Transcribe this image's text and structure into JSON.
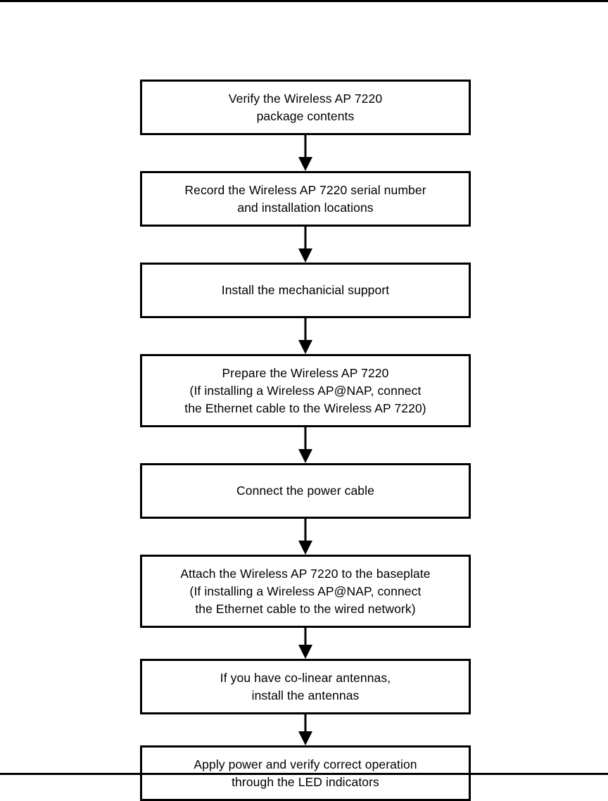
{
  "document": {
    "title": "Wireless AP 7220 installation flowchart",
    "top_rule": true,
    "bottom_rule": true,
    "colors": {
      "background": "#ffffff",
      "line": "#000000",
      "text": "#000000"
    }
  },
  "flowchart": {
    "type": "flowchart",
    "orientation": "vertical",
    "connector": "down-arrow",
    "steps": [
      {
        "index": 1,
        "text": "Verify the Wireless AP 7220\npackage contents",
        "lines": [
          "Verify the Wireless AP 7220",
          "package contents"
        ]
      },
      {
        "index": 2,
        "text": "Record the Wireless AP 7220 serial number\nand installation locations",
        "lines": [
          "Record the Wireless AP 7220 serial number",
          "and installation locations"
        ]
      },
      {
        "index": 3,
        "text": "Install the mechanicial support",
        "lines": [
          "Install the mechanicial support"
        ]
      },
      {
        "index": 4,
        "text": "Prepare the Wireless AP 7220\n(If installing a Wireless AP@NAP, connect\nthe Ethernet cable to the Wireless AP 7220)",
        "lines": [
          "Prepare the Wireless AP 7220",
          "(If installing a Wireless AP@NAP, connect",
          "the Ethernet cable to the Wireless AP 7220)"
        ]
      },
      {
        "index": 5,
        "text": "Connect the power cable",
        "lines": [
          "Connect the power cable"
        ]
      },
      {
        "index": 6,
        "text": "Attach the Wireless AP 7220 to the baseplate\n(If installing a Wireless AP@NAP, connect\nthe Ethernet cable to the wired network)",
        "lines": [
          "Attach the Wireless AP 7220 to the baseplate",
          "(If installing a Wireless AP@NAP, connect",
          "the Ethernet cable to the wired network)"
        ]
      },
      {
        "index": 7,
        "text": "If you have co-linear antennas,\ninstall the antennas",
        "lines": [
          "If you have co-linear antennas,",
          "install the antennas"
        ]
      },
      {
        "index": 8,
        "text": "Apply power and verify correct operation\nthrough the LED indicators",
        "lines": [
          "Apply power and verify correct operation",
          "through the LED indicators"
        ]
      }
    ]
  }
}
